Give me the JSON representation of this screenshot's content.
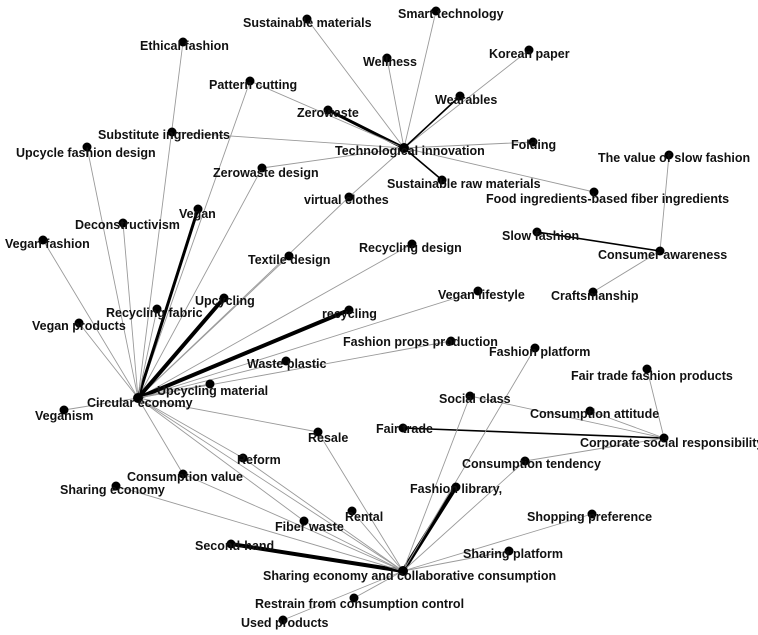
{
  "colors": {
    "background": "#ffffff",
    "node": "#000000",
    "edge_thin": "#9a9a9a",
    "edge_thick": "#000000",
    "label": "#111111"
  },
  "nodes": [
    {
      "id": "sustainable_materials",
      "label": "Sustainable materials"
    },
    {
      "id": "smart_technology",
      "label": "Smart technology"
    },
    {
      "id": "ethical_fashion",
      "label": "Ethical fashion"
    },
    {
      "id": "wellness",
      "label": "Wellness"
    },
    {
      "id": "korean_paper",
      "label": "Korean paper"
    },
    {
      "id": "pattern_cutting",
      "label": "Pattern cutting"
    },
    {
      "id": "wearables",
      "label": "Wearables"
    },
    {
      "id": "zerowaste",
      "label": "Zerowaste"
    },
    {
      "id": "substitute_ingredients",
      "label": "Substitute ingredients"
    },
    {
      "id": "folding",
      "label": "Folding"
    },
    {
      "id": "technological_innovation",
      "label": "Technological innovation"
    },
    {
      "id": "upcycle_fashion_design",
      "label": "Upcycle fashion design"
    },
    {
      "id": "value_slow_fashion",
      "label": "The value of slow fashion"
    },
    {
      "id": "zerowaste_design",
      "label": "Zerowaste design"
    },
    {
      "id": "sustainable_raw_materials",
      "label": "Sustainable raw materials"
    },
    {
      "id": "food_fiber",
      "label": "Food ingredients-based fiber ingredients"
    },
    {
      "id": "virtual_clothes",
      "label": "virtual clothes"
    },
    {
      "id": "vegan",
      "label": "Vegan"
    },
    {
      "id": "deconstructivism",
      "label": "Deconstructivism"
    },
    {
      "id": "slow_fashion",
      "label": "Slow fashion"
    },
    {
      "id": "vegan_fashion",
      "label": "Vegan fashion"
    },
    {
      "id": "recycling_design",
      "label": "Recycling design"
    },
    {
      "id": "consumer_awareness",
      "label": "Consumer awareness"
    },
    {
      "id": "textile_design",
      "label": "Textile design"
    },
    {
      "id": "craftsmanship",
      "label": "Craftsmanship"
    },
    {
      "id": "vegan_lifestyle",
      "label": "Vegan lifestyle"
    },
    {
      "id": "upcycling",
      "label": "Upcycling"
    },
    {
      "id": "recycling_fabric",
      "label": "Recycling fabric"
    },
    {
      "id": "recycling",
      "label": "recycling"
    },
    {
      "id": "vegan_products",
      "label": "Vegan products"
    },
    {
      "id": "fashion_props",
      "label": "Fashion props production"
    },
    {
      "id": "fashion_platform",
      "label": "Fashion platform"
    },
    {
      "id": "waste_plastic",
      "label": "Waste plastic"
    },
    {
      "id": "fair_trade_products",
      "label": "Fair trade fashion products"
    },
    {
      "id": "upcycling_material",
      "label": "Upcycling material"
    },
    {
      "id": "circular_economy",
      "label": "Circular economy"
    },
    {
      "id": "social_class",
      "label": "Social class"
    },
    {
      "id": "veganism",
      "label": "Veganism"
    },
    {
      "id": "consumption_attitude",
      "label": "Consumption attitude"
    },
    {
      "id": "fair_trade",
      "label": "Fair trade"
    },
    {
      "id": "resale",
      "label": "Resale"
    },
    {
      "id": "corporate_social_responsibility",
      "label": "Corporate social responsibility"
    },
    {
      "id": "reform",
      "label": "Reform"
    },
    {
      "id": "consumption_tendency",
      "label": "Consumption tendency"
    },
    {
      "id": "consumption_value",
      "label": "Consumption value"
    },
    {
      "id": "sharing_economy",
      "label": "Sharing economy"
    },
    {
      "id": "fashion_library",
      "label": "Fashion library,"
    },
    {
      "id": "rental",
      "label": "Rental"
    },
    {
      "id": "shopping_preference",
      "label": "Shopping preference"
    },
    {
      "id": "fiber_waste",
      "label": "Fiber waste"
    },
    {
      "id": "second_hand",
      "label": "Second-hand"
    },
    {
      "id": "sharing_platform",
      "label": "Sharing platform"
    },
    {
      "id": "sharing_collab",
      "label": "Sharing economy and collaborative consumption"
    },
    {
      "id": "restrain_consumption",
      "label": "Restrain from consumption control"
    },
    {
      "id": "used_products",
      "label": "Used products"
    }
  ],
  "edges": [
    [
      "technological_innovation",
      "sustainable_materials",
      1
    ],
    [
      "technological_innovation",
      "smart_technology",
      1
    ],
    [
      "technological_innovation",
      "wellness",
      1
    ],
    [
      "technological_innovation",
      "korean_paper",
      1
    ],
    [
      "technological_innovation",
      "wearables",
      2
    ],
    [
      "technological_innovation",
      "zerowaste",
      3
    ],
    [
      "technological_innovation",
      "pattern_cutting",
      1
    ],
    [
      "technological_innovation",
      "substitute_ingredients",
      1
    ],
    [
      "technological_innovation",
      "folding",
      1
    ],
    [
      "technological_innovation",
      "sustainable_raw_materials",
      2
    ],
    [
      "technological_innovation",
      "food_fiber",
      1
    ],
    [
      "technological_innovation",
      "zerowaste_design",
      1
    ],
    [
      "technological_innovation",
      "virtual_clothes",
      1
    ],
    [
      "circular_economy",
      "ethical_fashion",
      1
    ],
    [
      "circular_economy",
      "pattern_cutting",
      1
    ],
    [
      "circular_economy",
      "upcycle_fashion_design",
      1
    ],
    [
      "circular_economy",
      "zerowaste_design",
      1
    ],
    [
      "circular_economy",
      "virtual_clothes",
      1
    ],
    [
      "circular_economy",
      "vegan",
      3
    ],
    [
      "circular_economy",
      "deconstructivism",
      1
    ],
    [
      "circular_economy",
      "vegan_fashion",
      1
    ],
    [
      "circular_economy",
      "recycling_design",
      1
    ],
    [
      "circular_economy",
      "textile_design",
      1
    ],
    [
      "circular_economy",
      "vegan_lifestyle",
      1
    ],
    [
      "circular_economy",
      "upcycling",
      4
    ],
    [
      "circular_economy",
      "recycling_fabric",
      1
    ],
    [
      "circular_economy",
      "recycling",
      4
    ],
    [
      "circular_economy",
      "vegan_products",
      1
    ],
    [
      "circular_economy",
      "fashion_props",
      1
    ],
    [
      "circular_economy",
      "waste_plastic",
      1
    ],
    [
      "circular_economy",
      "upcycling_material",
      1
    ],
    [
      "circular_economy",
      "veganism",
      1
    ],
    [
      "circular_economy",
      "resale",
      1
    ],
    [
      "circular_economy",
      "reform",
      1
    ],
    [
      "circular_economy",
      "consumption_value",
      1
    ],
    [
      "circular_economy",
      "fiber_waste",
      1
    ],
    [
      "circular_economy",
      "sharing_collab",
      1
    ],
    [
      "slow_fashion",
      "consumer_awareness",
      2
    ],
    [
      "consumer_awareness",
      "value_slow_fashion",
      1
    ],
    [
      "consumer_awareness",
      "craftsmanship",
      1
    ],
    [
      "fair_trade",
      "corporate_social_responsibility",
      2
    ],
    [
      "corporate_social_responsibility",
      "fair_trade_products",
      1
    ],
    [
      "corporate_social_responsibility",
      "consumption_attitude",
      1
    ],
    [
      "corporate_social_responsibility",
      "social_class",
      1
    ],
    [
      "corporate_social_responsibility",
      "consumption_tendency",
      1
    ],
    [
      "sharing_collab",
      "fashion_library",
      4
    ],
    [
      "sharing_collab",
      "second_hand",
      4
    ],
    [
      "sharing_collab",
      "fashion_platform",
      1
    ],
    [
      "sharing_collab",
      "social_class",
      1
    ],
    [
      "sharing_collab",
      "consumption_tendency",
      1
    ],
    [
      "sharing_collab",
      "resale",
      1
    ],
    [
      "sharing_collab",
      "rental",
      1
    ],
    [
      "sharing_collab",
      "shopping_preference",
      1
    ],
    [
      "sharing_collab",
      "fiber_waste",
      1
    ],
    [
      "sharing_collab",
      "sharing_platform",
      1
    ],
    [
      "sharing_collab",
      "sharing_economy",
      1
    ],
    [
      "sharing_collab",
      "reform",
      1
    ],
    [
      "sharing_collab",
      "consumption_value",
      1
    ],
    [
      "sharing_collab",
      "restrain_consumption",
      1
    ],
    [
      "sharing_collab",
      "used_products",
      1
    ]
  ]
}
